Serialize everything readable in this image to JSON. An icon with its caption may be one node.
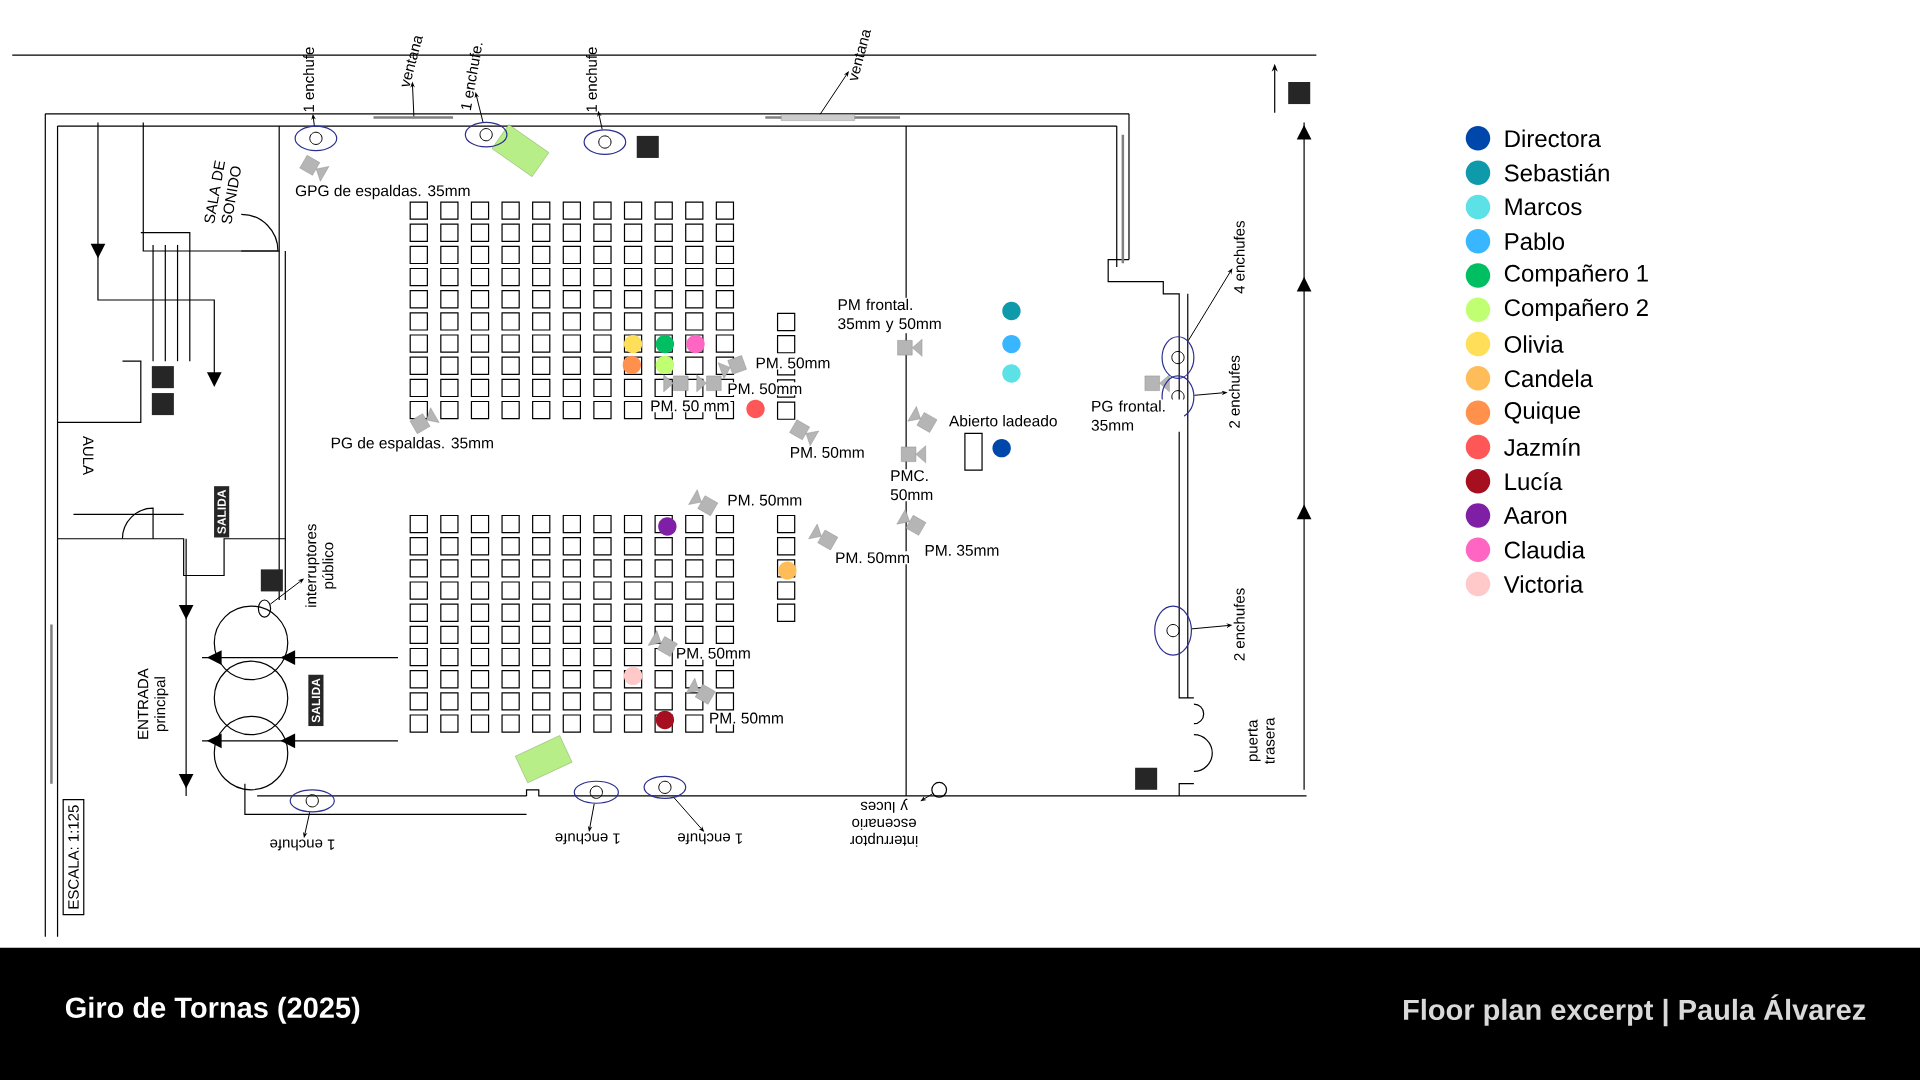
{
  "diagram": {
    "title": "Giro de Tornas (2025)",
    "nodes": [
      {
        "text": [
          "1 enchufe"
        ]
      },
      {
        "text": [
          "ventana"
        ]
      },
      {
        "text": [
          "1 enchufe."
        ]
      },
      {
        "text": [
          "1 enchufe"
        ]
      },
      {
        "text": [
          "ventana"
        ]
      },
      {
        "text": [],
        "shape": "circle"
      },
      {
        "text": [],
        "shape": "circle"
      },
      {
        "text": [],
        "shape": "circle"
      },
      {
        "text": [],
        "shape": "box"
      },
      {
        "text": [
          "1 enchufe"
        ]
      },
      {
        "text": [
          "1 enchufe"
        ]
      },
      {
        "text": [
          "1 enchufe"
        ]
      },
      {
        "text": [
          "interruptor escenario y luces"
        ]
      },
      {
        "text": [],
        "shape": "circle"
      },
      {
        "text": [],
        "shape": "circle"
      },
      {
        "text": [],
        "shape": "circle"
      },
      {
        "text": [],
        "shape": "circle"
      },
      {
        "text": [
          "interruptores público"
        ]
      },
      {
        "text": [],
        "shape": "circle"
      },
      {
        "text": [
          "4 enchufes"
        ]
      },
      {
        "text": [
          "2 enchufes"
        ]
      },
      {
        "text": [
          "2 enchufes"
        ]
      },
      {
        "text": [],
        "shape": "circle"
      },
      {
        "text": [],
        "shape": "circle"
      },
      {
        "text": [],
        "shape": "circle"
      }
    ],
    "edges": [
      {
        "from": 5,
        "to": 0,
        "arrow": "to"
      },
      {
        "from": null,
        "to": 1,
        "arrow": "to"
      },
      {
        "from": 6,
        "to": 2,
        "arrow": "to"
      },
      {
        "from": 7,
        "to": 3,
        "arrow": "to"
      },
      {
        "from": 8,
        "to": 4,
        "arrow": "to"
      },
      {
        "from": 13,
        "to": 9,
        "arrow": "to"
      },
      {
        "from": 14,
        "to": 10,
        "arrow": "to"
      },
      {
        "from": 15,
        "to": 11,
        "arrow": "to"
      },
      {
        "from": 16,
        "to": 12,
        "arrow": "to"
      },
      {
        "from": 18,
        "to": 17,
        "arrow": "to"
      },
      {
        "from": 22,
        "to": 19,
        "arrow": "to"
      },
      {
        "from": 23,
        "to": 20,
        "arrow": "to"
      },
      {
        "from": 24,
        "to": 21,
        "arrow": "to"
      }
    ],
    "labels": [
      "SALA DE SONIDO",
      "AULA",
      "SALIDA",
      "SALIDA",
      "ENTRADA principal",
      "ESCALA: 1:125",
      "puerta trasera",
      "GPG de espaldas. 35mm",
      "PG de espaldas. 35mm",
      "PM. 50mm",
      "PM. 50mm",
      "PM. 50 mm",
      "PM. 50mm",
      "PM frontal. 35mm y 50mm",
      "Abierto ladeado",
      "PMC. 50mm",
      "PM. 50mm",
      "PM. 50mm",
      "PM. 35mm",
      "PG frontal. 35mm",
      "PM. 50mm",
      "PM. 50mm",
      "Floor plan excerpt | Paula Álvarez"
    ],
    "legend": [
      {
        "text": "Directora",
        "color": "#0047ab"
      },
      {
        "text": "Sebastián",
        "color": "#0e9aaa"
      },
      {
        "text": "Marcos",
        "color": "#5ce1e6"
      },
      {
        "text": "Pablo",
        "color": "#38b6ff"
      },
      {
        "text": "Compañero 1",
        "color": "#00bf63"
      },
      {
        "text": "Compañero 2",
        "color": "#c1ff72"
      },
      {
        "text": "Olivia",
        "color": "#ffde59"
      },
      {
        "text": "Candela",
        "color": "#ffbd59"
      },
      {
        "text": "Quique",
        "color": "#ff914d"
      },
      {
        "text": "Jazmín",
        "color": "#ff5757"
      },
      {
        "text": "Lucía",
        "color": "#a50f1f"
      },
      {
        "text": "Aaron",
        "color": "#7e1fa6"
      },
      {
        "text": "Claudia",
        "color": "#ff66c4"
      },
      {
        "text": "Victoria",
        "color": "#ffc9c9"
      }
    ]
  }
}
